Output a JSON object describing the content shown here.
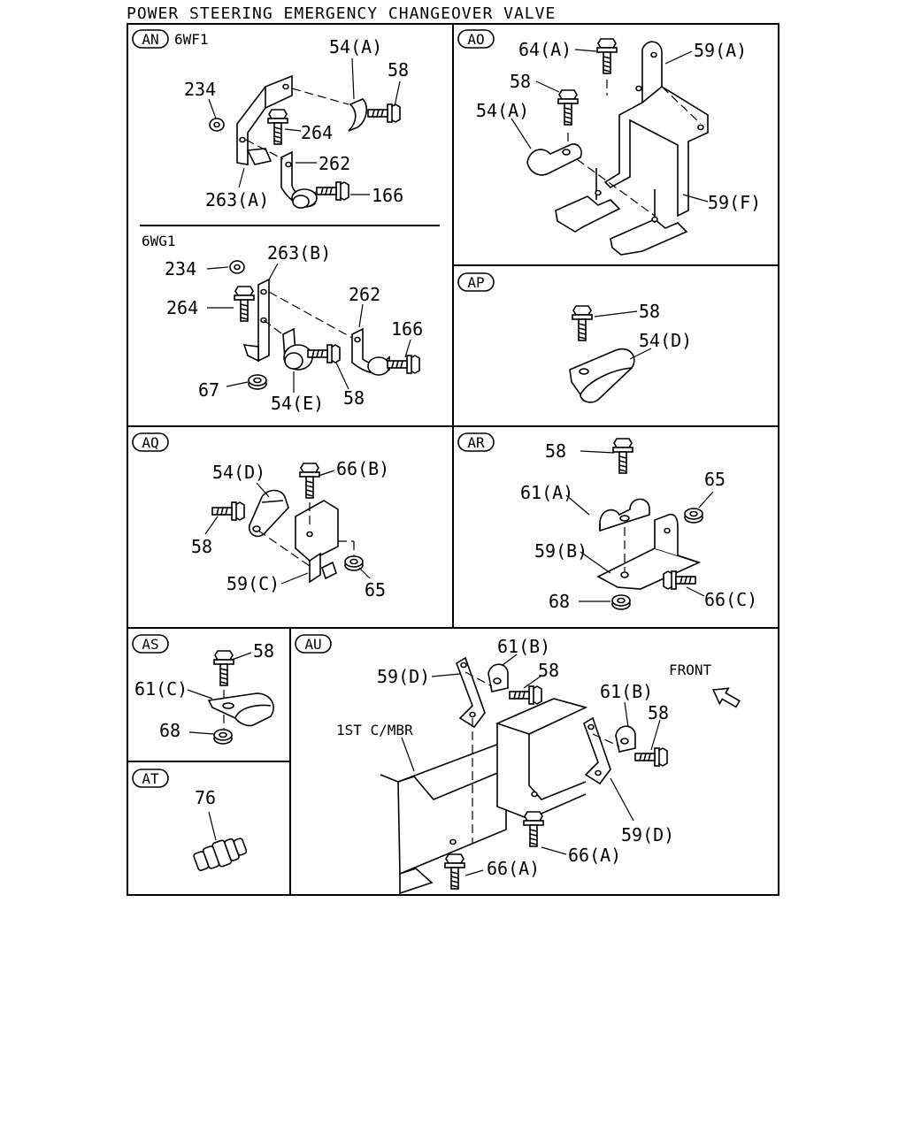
{
  "title": "POWER STEERING EMERGENCY CHANGEOVER VALVE",
  "panels": {
    "an": {
      "badge": "AN",
      "variant_a": "6WF1",
      "variant_b": "6WG1",
      "labels_a": [
        "54(A)",
        "58",
        "234",
        "264",
        "262",
        "263(A)",
        "166"
      ],
      "labels_b": [
        "234",
        "263(B)",
        "264",
        "262",
        "166",
        "67",
        "54(E)",
        "58"
      ]
    },
    "ao": {
      "badge": "AO",
      "labels": [
        "64(A)",
        "59(A)",
        "58",
        "54(A)",
        "59(F)"
      ]
    },
    "ap": {
      "badge": "AP",
      "labels": [
        "58",
        "54(D)"
      ]
    },
    "aq": {
      "badge": "AQ",
      "labels": [
        "54(D)",
        "66(B)",
        "58",
        "59(C)",
        "65"
      ]
    },
    "ar": {
      "badge": "AR",
      "labels": [
        "58",
        "65",
        "61(A)",
        "59(B)",
        "68",
        "66(C)"
      ]
    },
    "as": {
      "badge": "AS",
      "labels": [
        "58",
        "61(C)",
        "68"
      ]
    },
    "at": {
      "badge": "AT",
      "labels": [
        "76"
      ]
    },
    "au": {
      "badge": "AU",
      "labels": [
        "61(B)",
        "59(D)",
        "58",
        "FRONT",
        "61(B)",
        "58",
        "1ST C/MBR",
        "59(D)",
        "66(A)",
        "66(A)"
      ]
    }
  }
}
